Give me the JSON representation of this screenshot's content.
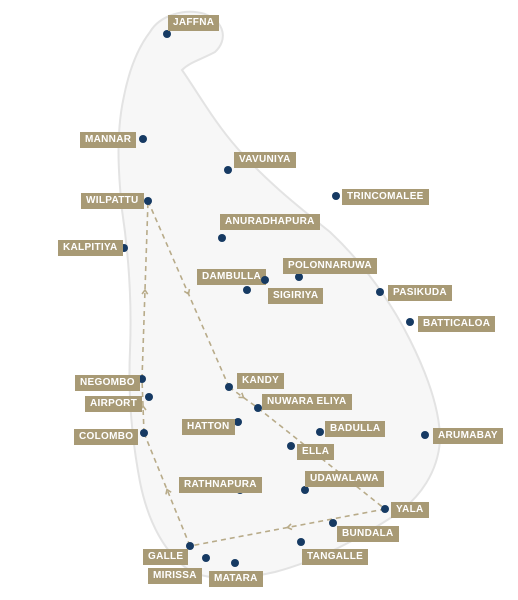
{
  "colors": {
    "label_bg": "#a89a75",
    "label_text": "#ffffff",
    "dot": "#163a63",
    "route": "#b8ab89",
    "island_fill": "#f7f7f7",
    "island_stroke": "#e3e3e3"
  },
  "locations": [
    {
      "id": "jaffna",
      "name": "JAFFNA"
    },
    {
      "id": "mannar",
      "name": "MANNAR"
    },
    {
      "id": "vavuniya",
      "name": "VAVUNIYA"
    },
    {
      "id": "trincomalee",
      "name": "TRINCOMALEE"
    },
    {
      "id": "wilpattu",
      "name": "WILPATTU"
    },
    {
      "id": "anuradhapura",
      "name": "ANURADHAPURA"
    },
    {
      "id": "kalpitiya",
      "name": "KALPITIYA"
    },
    {
      "id": "polonnaruwa",
      "name": "POLONNARUWA"
    },
    {
      "id": "dambulla",
      "name": "DAMBULLA"
    },
    {
      "id": "sigiriya",
      "name": "SIGIRIYA"
    },
    {
      "id": "pasikuda",
      "name": "PASIKUDA"
    },
    {
      "id": "batticaloa",
      "name": "BATTICALOA"
    },
    {
      "id": "negombo",
      "name": "NEGOMBO"
    },
    {
      "id": "airport",
      "name": "AIRPORT"
    },
    {
      "id": "kandy",
      "name": "KANDY"
    },
    {
      "id": "nuwara-eliya",
      "name": "NUWARA ELIYA"
    },
    {
      "id": "hatton",
      "name": "HATTON"
    },
    {
      "id": "colombo",
      "name": "COLOMBO"
    },
    {
      "id": "badulla",
      "name": "BADULLA"
    },
    {
      "id": "ella",
      "name": "ELLA"
    },
    {
      "id": "arumabay",
      "name": "ARUMABAY"
    },
    {
      "id": "udawalawa",
      "name": "UDAWALAWA"
    },
    {
      "id": "rathnapura",
      "name": "RATHNAPURA"
    },
    {
      "id": "yala",
      "name": "YALA"
    },
    {
      "id": "bundala",
      "name": "BUNDALA"
    },
    {
      "id": "tangalle",
      "name": "TANGALLE"
    },
    {
      "id": "galle",
      "name": "GALLE"
    },
    {
      "id": "mirissa",
      "name": "MIRISSA"
    },
    {
      "id": "matara",
      "name": "MATARA"
    }
  ],
  "route": [
    "colombo",
    "negombo",
    "wilpattu",
    "kandy",
    "nuwara-eliya",
    "yala",
    "galle",
    "colombo"
  ]
}
